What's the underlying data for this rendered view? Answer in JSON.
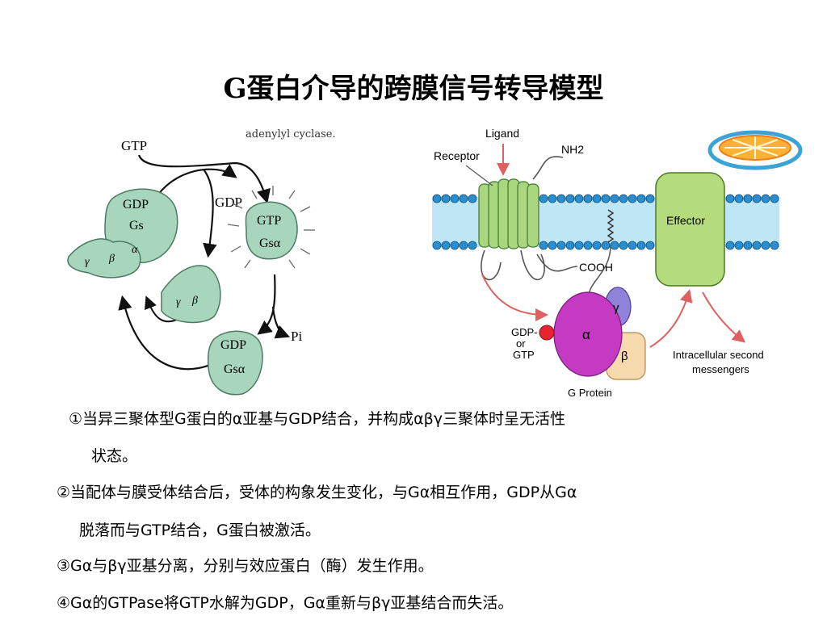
{
  "title": "G蛋白介导的跨膜信号转导模型",
  "left_diagram": {
    "caption_fragment": "adenylyl cyclase.",
    "gtp": "GTP",
    "gdp_top": "GDP",
    "gs_gdp": "GDP",
    "gs": "Gs",
    "alpha": "α",
    "gamma": "γ",
    "beta": "β",
    "gtp_gsa": "GTP",
    "gsa_active": "Gsα",
    "free_gamma": "γ",
    "free_beta": "β",
    "pi": "Pi",
    "gdp_bottom": "GDP",
    "gsa_bottom": "Gsα"
  },
  "right_diagram": {
    "ligand": "Ligand",
    "receptor": "Receptor",
    "nh2": "NH2",
    "cooh": "COOH",
    "effector": "Effector",
    "gdp_or_gtp": [
      "GDP-",
      "or",
      "GTP"
    ],
    "alpha": "α",
    "gamma": "γ",
    "beta": "β",
    "g_protein": "G Protein",
    "second_messengers": [
      "Intracellular second",
      "messengers"
    ]
  },
  "steps": [
    {
      "marker": "①",
      "text": "当异三聚体型G蛋白的α亚基与GDP结合，并构成αβγ三聚体时呈无活性",
      "cont": "状态。"
    },
    {
      "marker": "②",
      "text": "当配体与膜受体结合后，受体的构象发生变化，与Gα相互作用，GDP从Gα",
      "cont": "脱落而与GTP结合，G蛋白被激活。"
    },
    {
      "marker": "③",
      "text": "Gα与βγ亚基分离，分别与效应蛋白（酶）发生作用。"
    },
    {
      "marker": "④",
      "text": "Gα的GTPase将GTP水解为GDP，Gα重新与βγ亚基结合而失活。"
    }
  ],
  "colors": {
    "protein_green": "#a7d6bd",
    "membrane_blue": "#2a8fd0",
    "membrane_fill": "#bfe6f5",
    "receptor_green": "#a9d67f",
    "effector_green": "#b5dc7c",
    "alpha_magenta": "#c53ac3",
    "gamma_purple": "#8f83d9",
    "beta_peach": "#f7d9ae",
    "arrow_red": "#e06060"
  },
  "icons": [
    "orange-slice-icon"
  ]
}
